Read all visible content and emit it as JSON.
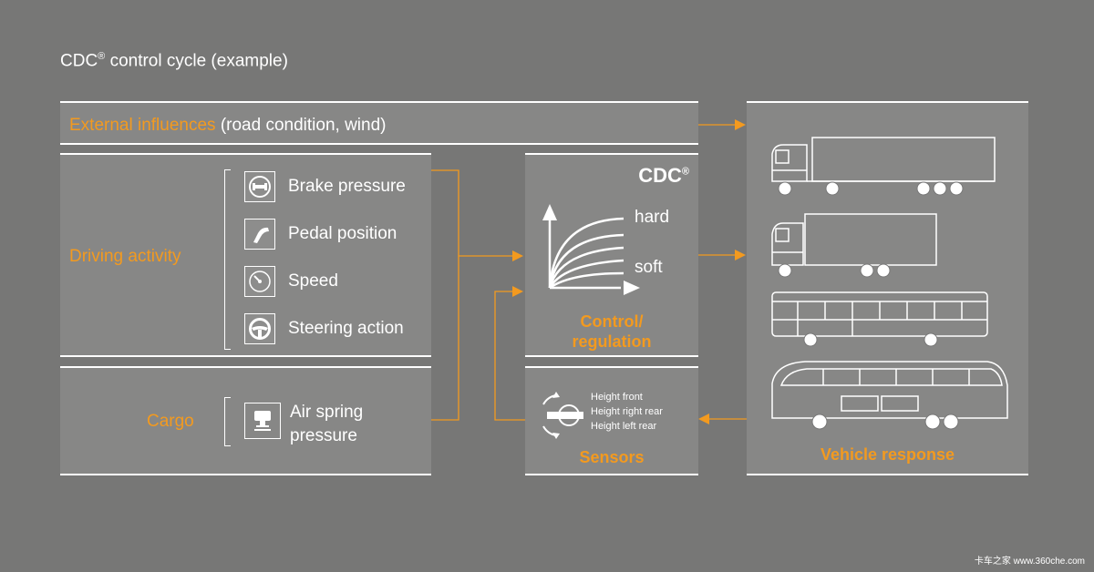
{
  "title": "CDC",
  "title_reg": "®",
  "title_rest": "control cycle (example)",
  "external": {
    "label": "External influences",
    "detail": "(road condition, wind)"
  },
  "driving": {
    "label": "Driving activity",
    "items": [
      {
        "label": "Brake pressure",
        "icon": "brake-icon"
      },
      {
        "label": "Pedal position",
        "icon": "pedal-icon"
      },
      {
        "label": "Speed",
        "icon": "speedometer-icon"
      },
      {
        "label": "Steering action",
        "icon": "steering-wheel-icon"
      }
    ]
  },
  "cargo": {
    "label": "Cargo",
    "item_line1": "Air spring",
    "item_line2": "pressure",
    "icon": "air-spring-icon"
  },
  "control": {
    "brand": "CDC",
    "brand_reg": "®",
    "hard": "hard",
    "soft": "soft",
    "label_line1": "Control/",
    "label_line2": "regulation"
  },
  "sensors": {
    "lines": [
      "Height front",
      "Height right rear",
      "Height left rear"
    ],
    "label": "Sensors"
  },
  "vehicle": {
    "label": "Vehicle response"
  },
  "watermark": "卡车之家 www.360che.com",
  "colors": {
    "background": "#777776",
    "panel": "#878786",
    "accent": "#f39a1f",
    "text": "#ffffff"
  }
}
